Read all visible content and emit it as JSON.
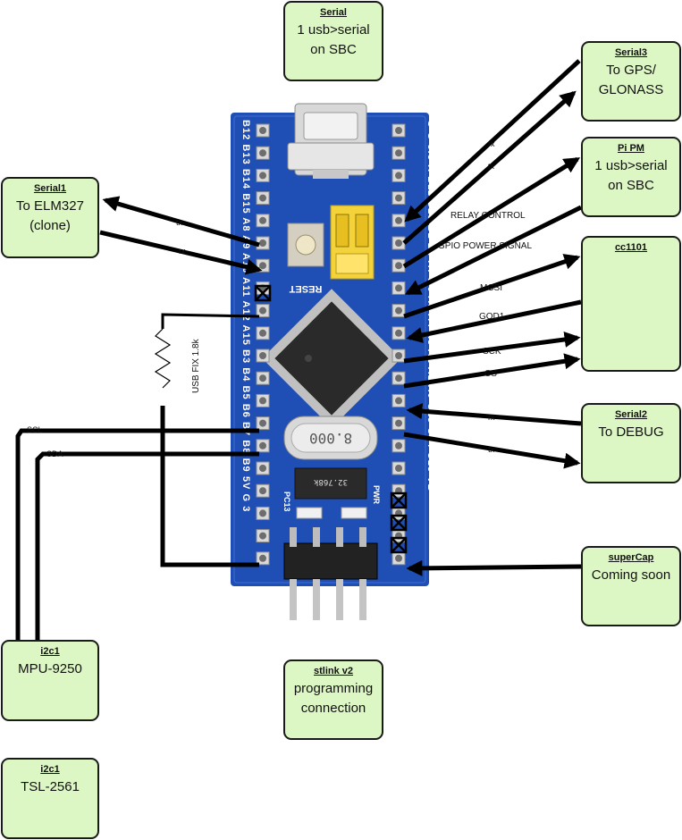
{
  "boxes": {
    "serial": {
      "title": "Serial",
      "line1": "1 usb>serial",
      "line2": "on SBC"
    },
    "serial3": {
      "title": "Serial3",
      "line1": "To GPS/",
      "line2": "GLONASS"
    },
    "serial1": {
      "title": "Serial1",
      "line1": "To ELM327",
      "line2": "(clone)"
    },
    "pipm": {
      "title": "Pi PM",
      "line1": "1 usb>serial",
      "line2": "on SBC"
    },
    "cc1101": {
      "title": "cc1101"
    },
    "serial2": {
      "title": "Serial2",
      "line1": "To DEBUG"
    },
    "supercap": {
      "title": "superCap",
      "line1": "Coming soon"
    },
    "i2c1a": {
      "title": "i2c1",
      "line1": "MPU-9250"
    },
    "stlink": {
      "title": "stlink v2",
      "line1": "programming",
      "line2": "connection"
    },
    "i2c1b": {
      "title": "i2c1",
      "line1": "TSL-2561"
    }
  },
  "wire_labels": {
    "tx1": "tx",
    "rx1": "rx",
    "rx3": "rx",
    "tx3": "tx",
    "relay": "RELAY CONTROL",
    "gpio": "GPIO POWER SIGNAL",
    "mcsi": "MCSI",
    "god1": "GOD1",
    "sck": "SCK",
    "cs": "CS",
    "rx2": "rx",
    "tx2": "tx",
    "scl": "SCL",
    "sda": "SDA",
    "resistor": "USB FIX 1.8k"
  },
  "board": {
    "left_pins": "B12 B13 B14 B15 A8 A9 A10 A11 A12 A15 B3 B4 B5 B6 B7 B8 B9 5V G 3",
    "right_pins": "G G 3.3 R B11 B10 B1 B0 A7 A6 A5 A4 A3 A2 A1 A0 C15 C14 C13 VB",
    "reset": "RESET",
    "crystal": "8.000",
    "rtc_crystal": "32.768k",
    "pc13": "PC13",
    "pwr": "PWR"
  },
  "colors": {
    "box_fill": "#ddf7c4",
    "board_blue": "#1f4fb4",
    "wire": "#000000"
  }
}
